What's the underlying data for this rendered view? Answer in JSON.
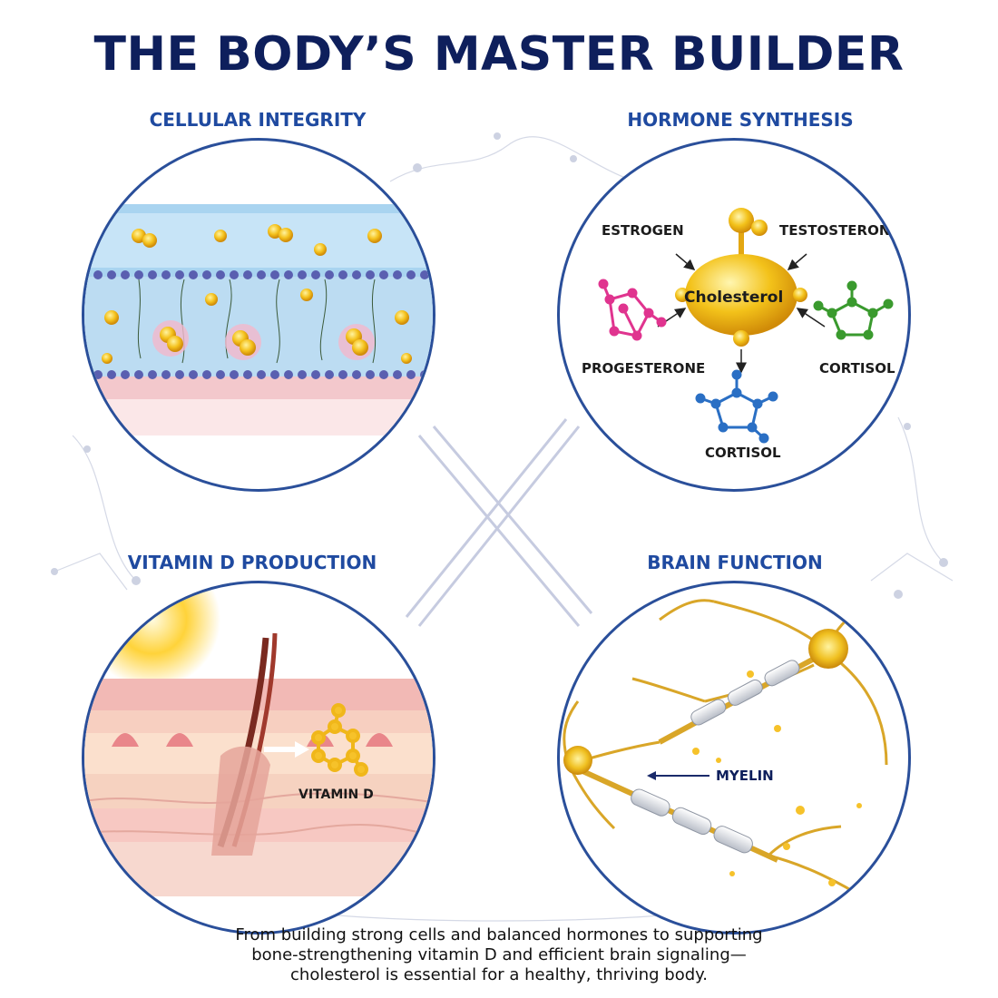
{
  "title": "THE BODY’S MASTER BUILDER",
  "panels": {
    "cellular": {
      "title": "CELLULAR INTEGRITY"
    },
    "hormone": {
      "title": "HORMONE SYNTHESIS",
      "center": "Cholesterol",
      "labels": {
        "estrogen": "ESTROGEN",
        "testosterone": "TESTOSTERONE",
        "progesterone": "PROGESTERONE",
        "cortisol_right": "CORTISOL",
        "cortisol_bottom": "CORTISOL"
      }
    },
    "vitamin": {
      "title": "VITAMIN D PRODUCTION",
      "label": "VITAMIN D"
    },
    "brain": {
      "title": "BRAIN FUNCTION",
      "label": "MYELIN"
    }
  },
  "footer": {
    "line1": "From building strong cells and balanced hormones to supporting",
    "line2": "bone-strengthening vitamin D and efficient brain signaling—",
    "line3": "cholesterol is essential for a healthy, thriving body."
  },
  "colors": {
    "title": "#0e1f5c",
    "panel_title": "#1f4aa0",
    "circle_border": "#2a4f9a",
    "estrogen_molecule": "#e0348f",
    "cortisol_green": "#3a9a2e",
    "cortisol_blue": "#2a6fc4",
    "cholesterol_gold": "#f3c21a"
  }
}
